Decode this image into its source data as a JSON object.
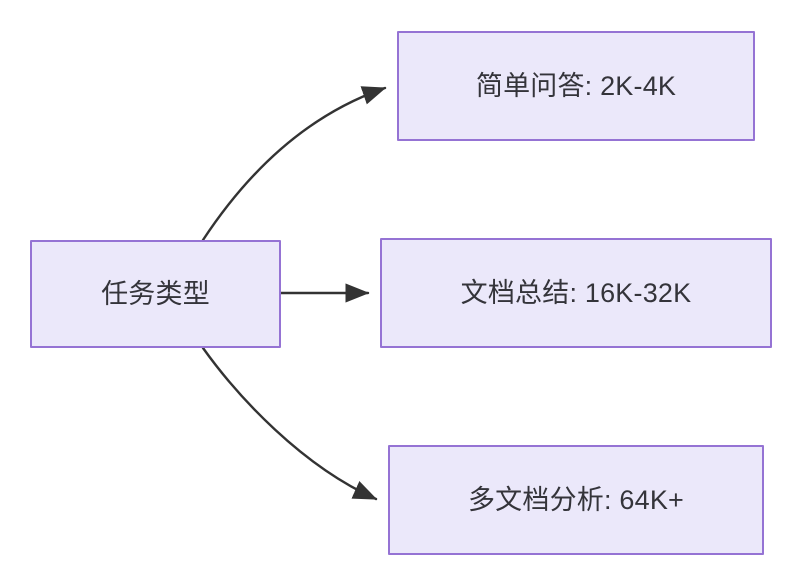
{
  "diagram": {
    "type": "flowchart",
    "direction": "left-to-right",
    "background_color": "#ffffff",
    "node_fill_color": "#ebe8fa",
    "node_border_color": "#9573d4",
    "node_text_color": "#34343a",
    "edge_color": "#333333",
    "root": {
      "id": "task-type",
      "label": "任务类型"
    },
    "branches": [
      {
        "id": "simple-qa",
        "label": "简单问答: 2K-4K",
        "task": "简单问答",
        "range": "2K-4K",
        "edge_style": "curved"
      },
      {
        "id": "doc-summary",
        "label": "文档总结: 16K-32K",
        "task": "文档总结",
        "range": "16K-32K",
        "edge_style": "straight"
      },
      {
        "id": "multi-doc",
        "label": "多文档分析: 64K+",
        "task": "多文档分析",
        "range": "64K+",
        "edge_style": "curved"
      }
    ]
  }
}
